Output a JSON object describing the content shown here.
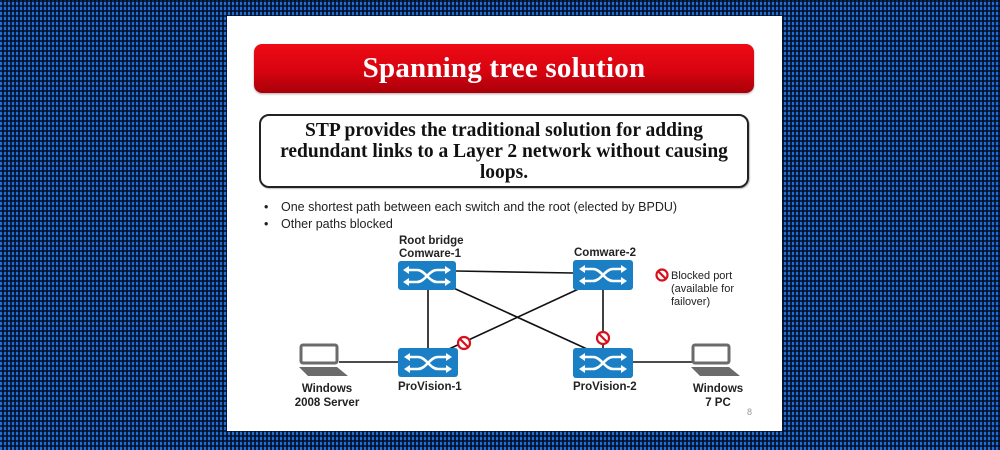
{
  "slide": {
    "title": "Spanning tree solution",
    "callout": "STP provides the traditional solution for adding redundant links to a Layer 2 network without causing loops.",
    "bullets": [
      "One shortest path between each switch and the root (elected by BPDU)",
      "Other paths blocked"
    ],
    "page_number": "8"
  },
  "diagram": {
    "nodes": {
      "root_label": "Root bridge",
      "comware1": "Comware-1",
      "comware2": "Comware-2",
      "provision1": "ProVision-1",
      "provision2": "ProVision-2",
      "server_line1": "Windows",
      "server_line2": "2008 Server",
      "pc_line1": "Windows",
      "pc_line2": "7 PC"
    },
    "legend": {
      "icon": "blocked-port-icon",
      "line1": "Blocked port",
      "line2": "(available for",
      "line3": "failover)"
    },
    "colors": {
      "switch": "#1a7fc4",
      "blocked": "#d9101c",
      "banner": "#dd0611"
    }
  }
}
